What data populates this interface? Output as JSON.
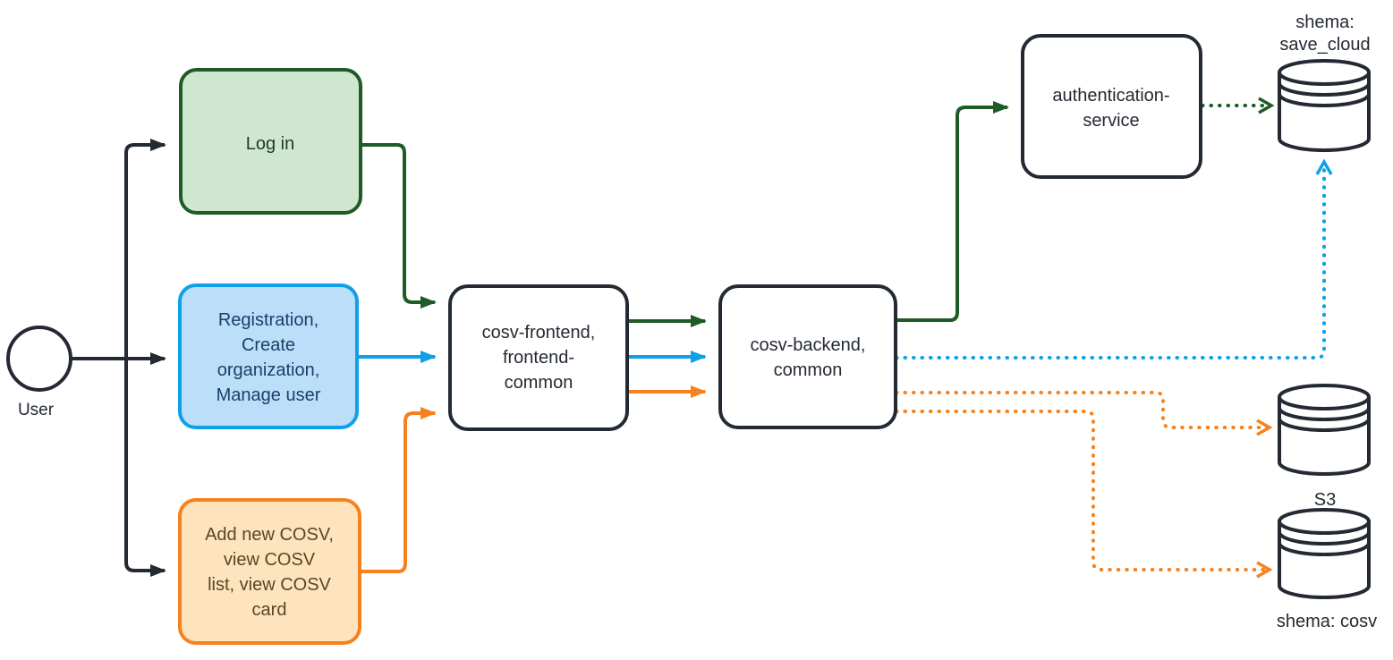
{
  "actor": {
    "label": "User"
  },
  "boxes": {
    "login": {
      "label": "Log in"
    },
    "registration": {
      "lines": [
        "Registration,",
        "Create",
        "organization,",
        "Manage user"
      ]
    },
    "cosv_actions": {
      "lines": [
        "Add new COSV,",
        "view COSV",
        "list, view COSV",
        "card"
      ]
    },
    "frontend": {
      "lines": [
        "cosv-frontend,",
        "frontend-",
        "common"
      ]
    },
    "backend": {
      "lines": [
        "cosv-backend,",
        "common"
      ]
    },
    "auth_service": {
      "lines": [
        "authentication-",
        "service"
      ]
    }
  },
  "databases": {
    "save_cloud": {
      "label_lines": [
        "shema:",
        "save_cloud"
      ]
    },
    "s3": {
      "label": "S3"
    },
    "cosv": {
      "label": "shema: cosv"
    }
  },
  "colors": {
    "line_dark": "#242a33",
    "text_dark": "#242a33",
    "node_fill": "#ffffff",
    "green": "#1e5b26",
    "green_fill": "#d0e7cf",
    "green_text": "#1e3a28",
    "blue": "#10a0e8",
    "blue_fill": "#bddef8",
    "blue_text": "#17406b",
    "orange": "#f5821f",
    "orange_fill": "#fde4bc",
    "orange_text": "#5d4426"
  }
}
